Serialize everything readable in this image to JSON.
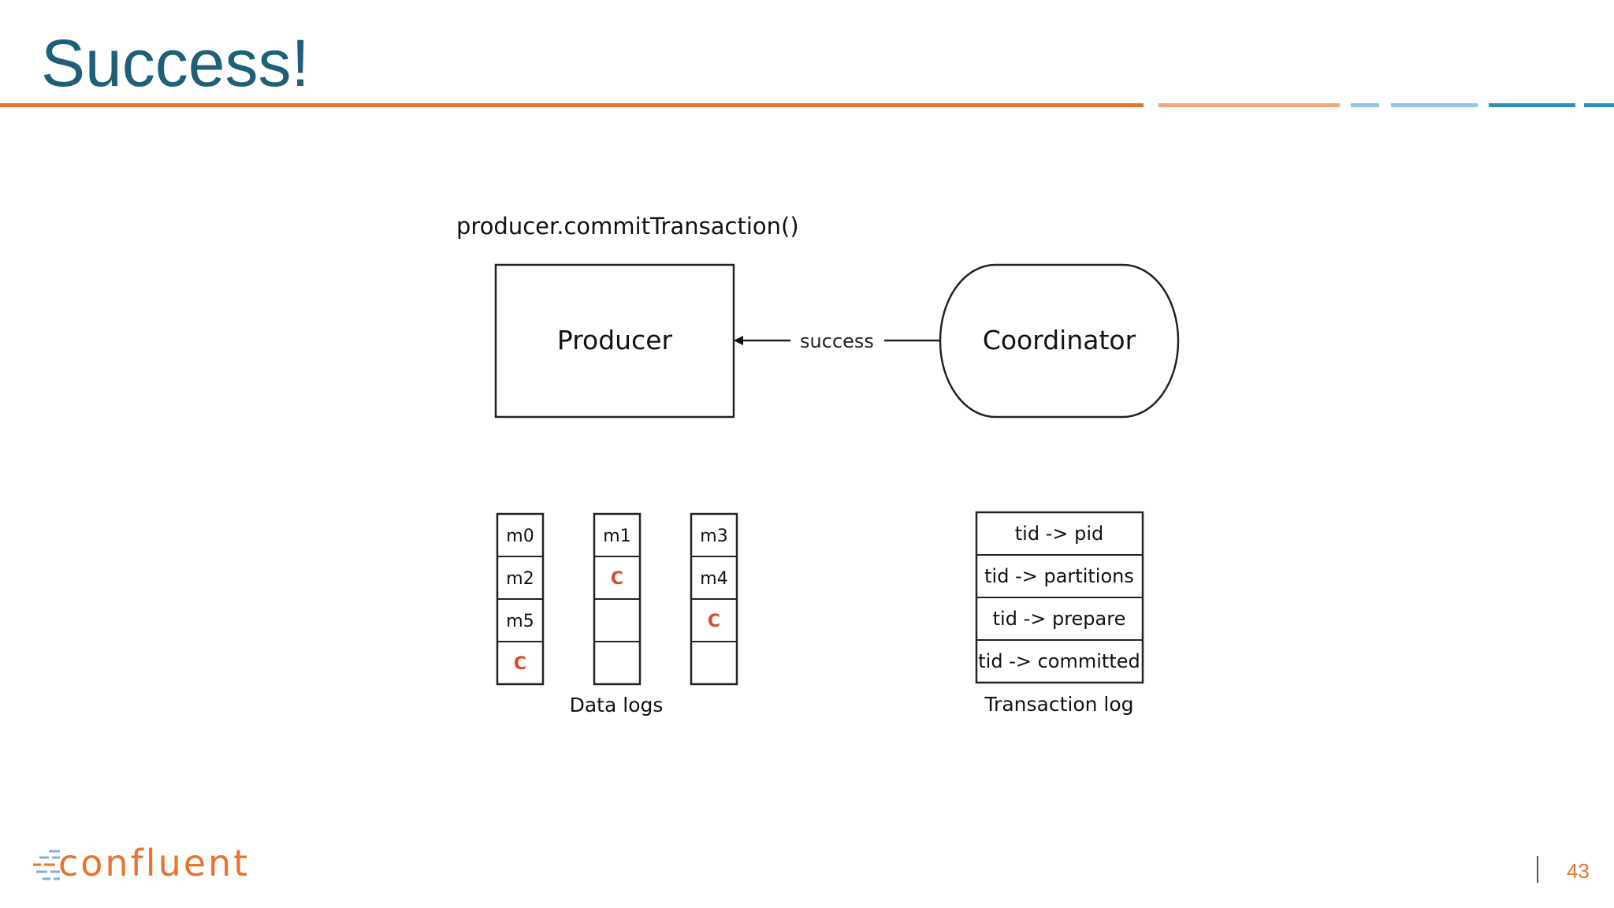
{
  "slide": {
    "title": "Success!",
    "page_number": "43"
  },
  "colors": {
    "title": "#1e5f79",
    "orange": "#e8732a",
    "light_orange": "#f0a878",
    "light_blue": "#8cc7e3",
    "blue": "#2a8fba",
    "commit_marker": "#d84a2a",
    "logo_text": "#e8732a",
    "logo_mark": "#7fb3cc"
  },
  "diagram": {
    "call_label": "producer.commitTransaction()",
    "producer_label": "Producer",
    "coordinator_label": "Coordinator",
    "arrow_label": "success",
    "data_logs": [
      [
        "m0",
        "m2",
        "m5",
        "C"
      ],
      [
        "m1",
        "C",
        "",
        ""
      ],
      [
        "m3",
        "m4",
        "C",
        ""
      ]
    ],
    "data_logs_caption": "Data logs",
    "transaction_log": [
      "tid -> pid",
      "tid -> partitions",
      "tid -> prepare",
      "tid -> committed"
    ],
    "transaction_log_caption": "Transaction log"
  },
  "branding": {
    "logo_text": "confluent"
  }
}
